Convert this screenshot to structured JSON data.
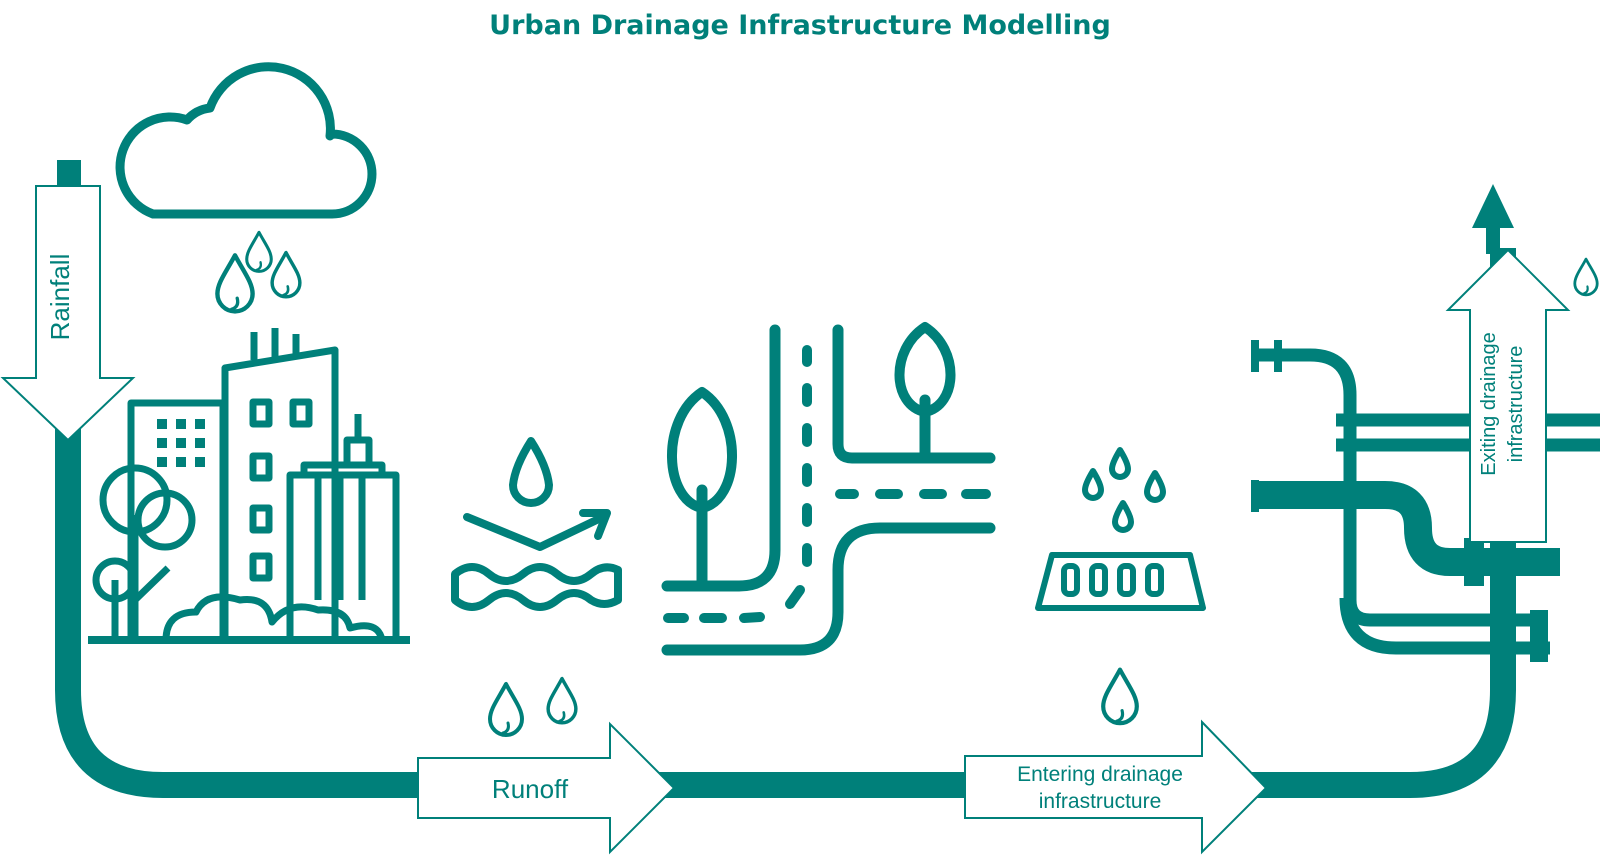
{
  "title": "Urban Drainage Infrastructure Modelling",
  "labels": {
    "rainfall": "Rainfall",
    "runoff": "Runoff",
    "entering_line1": "Entering drainage",
    "entering_line2": "infrastructure",
    "exiting_line1": "Exiting drainage",
    "exiting_line2": "infrastructure"
  },
  "colors": {
    "accent": "#00807a",
    "background": "#ffffff"
  },
  "icons": [
    "cloud-icon",
    "raindrop-icon",
    "city-buildings-icon",
    "runoff-water-icon",
    "road-trees-icon",
    "storm-drain-icon",
    "pipes-icon"
  ]
}
